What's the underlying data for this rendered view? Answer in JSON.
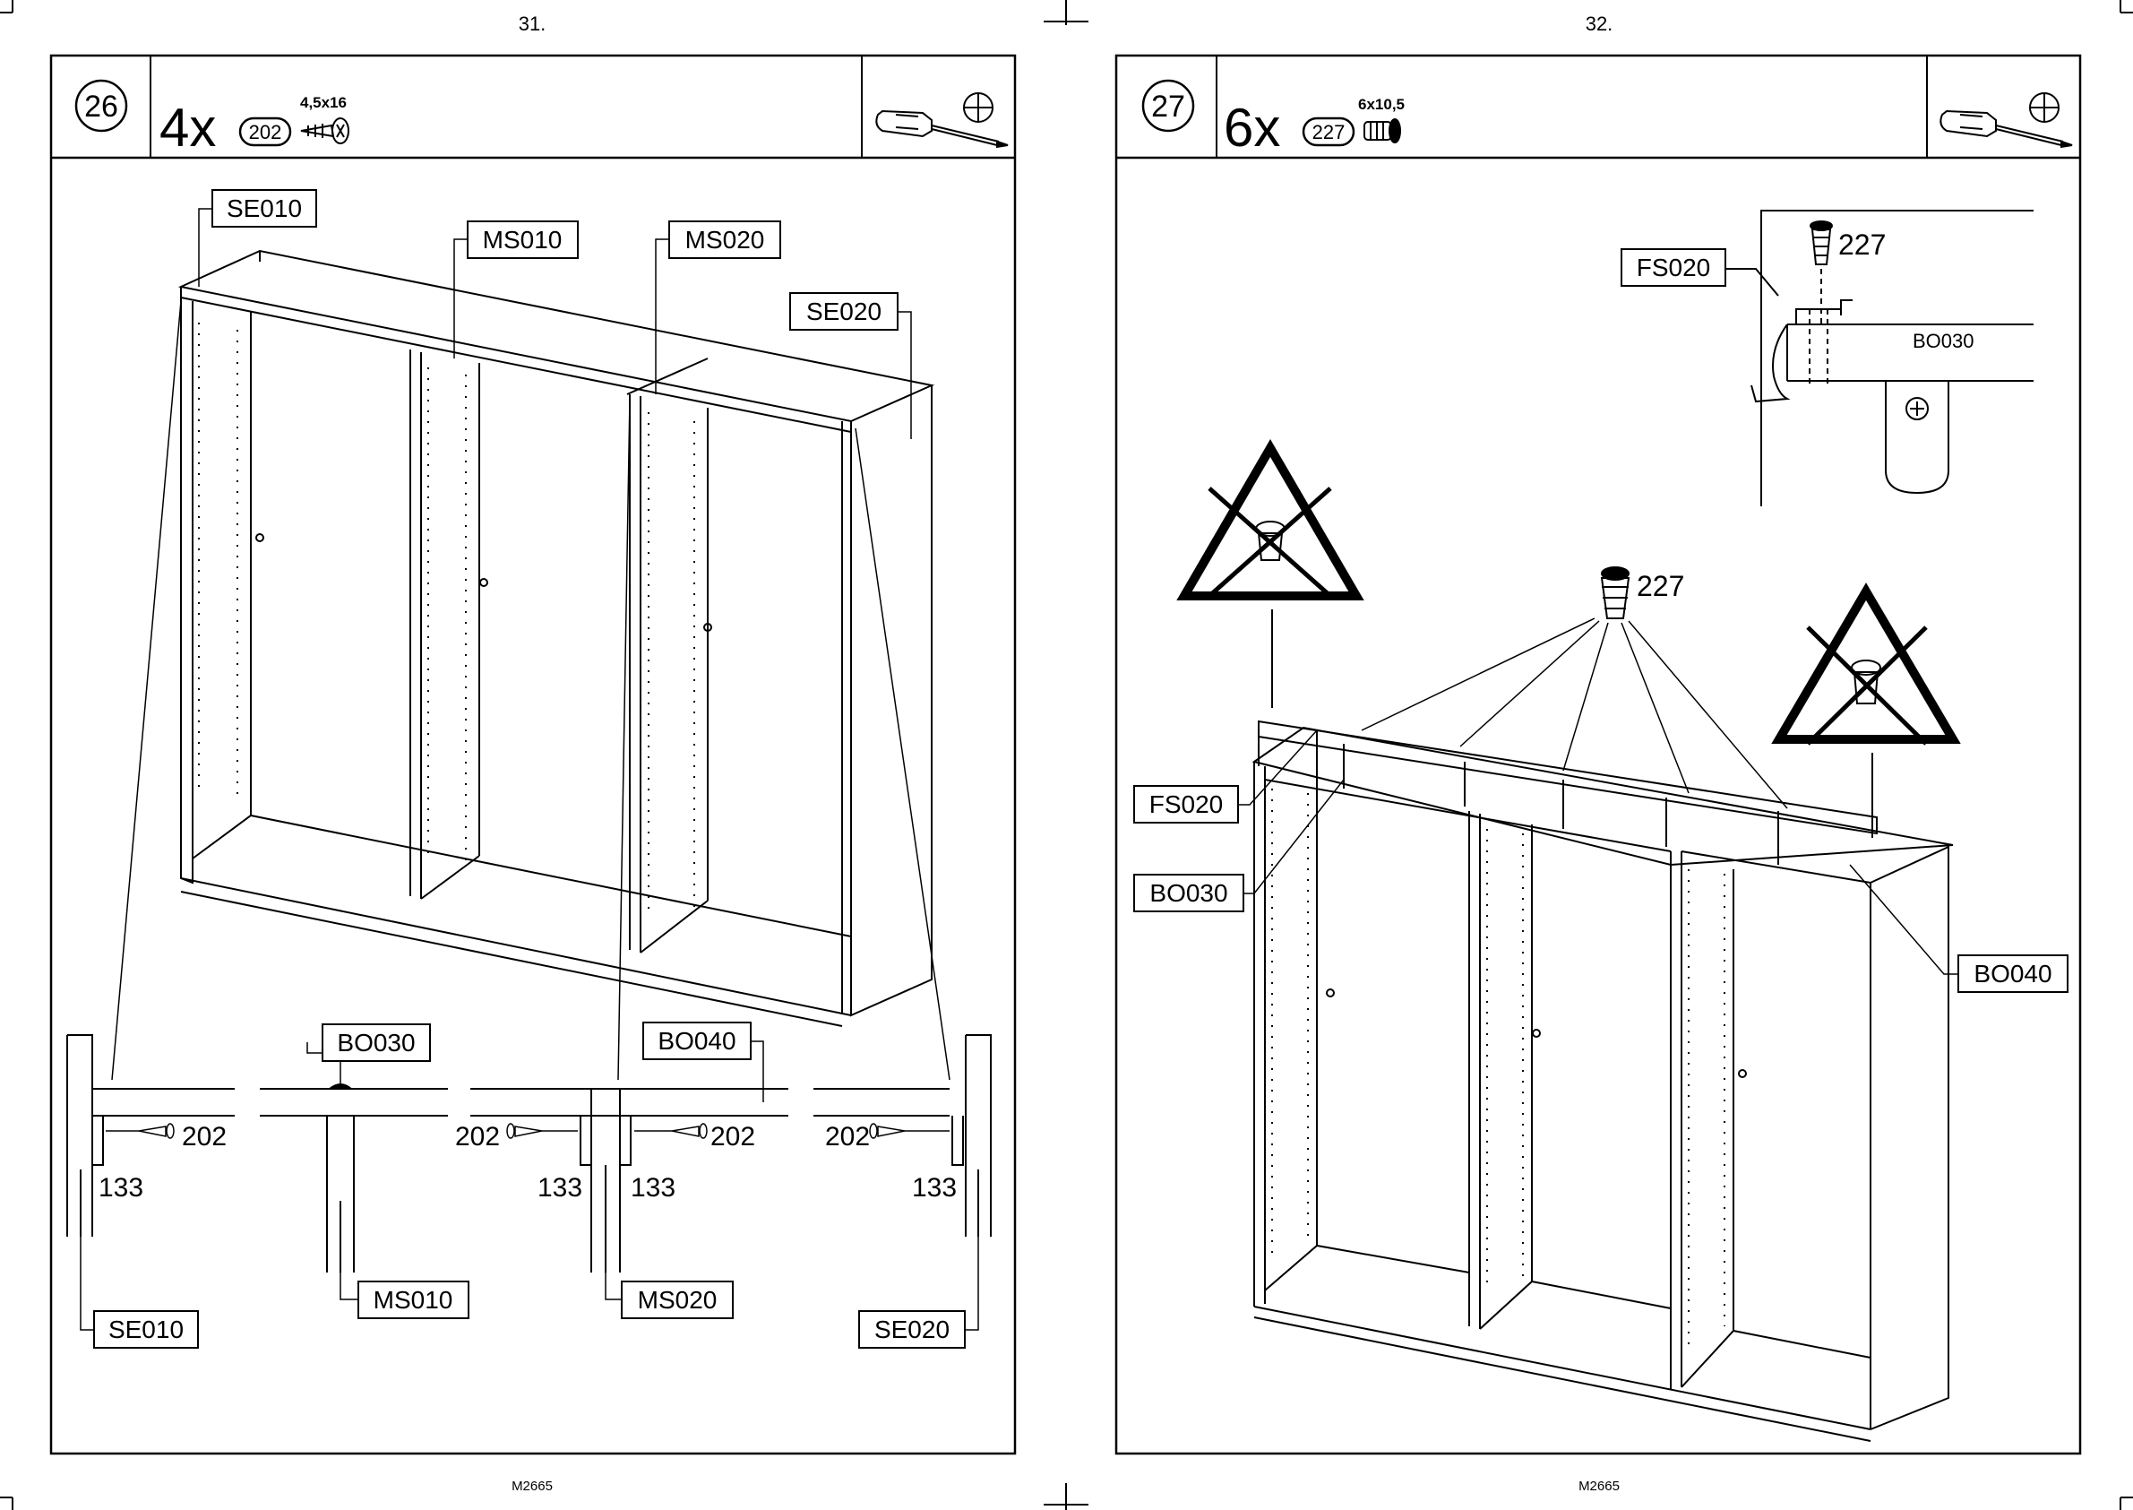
{
  "pages": [
    {
      "page_number": "31.",
      "footer": "M2665",
      "step": "26",
      "qty": "4x",
      "part": "202",
      "part_size": "4,5x16",
      "labels": {
        "se010_top": "SE010",
        "ms010_top": "MS010",
        "ms020_top": "MS020",
        "se020_top": "SE020",
        "bo030": "BO030",
        "bo040": "BO040",
        "se010_bottom": "SE010",
        "ms010_bottom": "MS010",
        "ms020_bottom": "MS020",
        "se020_bottom": "SE020"
      },
      "callouts": {
        "screw_a": "202",
        "screw_b": "202",
        "screw_c": "202",
        "screw_d": "202",
        "dim_a": "133",
        "dim_b": "133",
        "dim_c": "133",
        "dim_d": "133"
      },
      "tool_icons": [
        "screwdriver-icon",
        "phillips-icon"
      ]
    },
    {
      "page_number": "32.",
      "footer": "M2665",
      "step": "27",
      "qty": "6x",
      "part": "227",
      "part_size": "6x10,5",
      "labels": {
        "fs020_detail": "FS020",
        "bo030_detail": "BO030",
        "fs020": "FS020",
        "bo030": "BO030",
        "bo040": "BO040"
      },
      "callouts": {
        "detail_227": "227",
        "main_227": "227"
      },
      "tool_icons": [
        "screwdriver-icon",
        "phillips-icon"
      ]
    }
  ]
}
